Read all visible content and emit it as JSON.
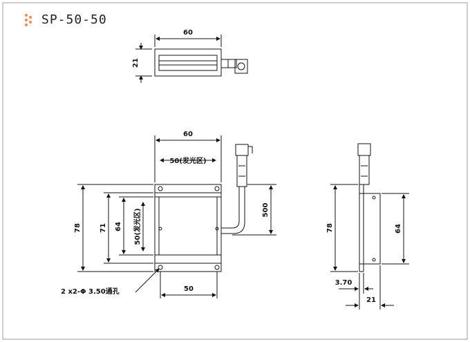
{
  "header": {
    "title": "SP-50-50",
    "logo_icon": "dot-cluster-logo",
    "logo_color": "#f28b52"
  },
  "top_view": {
    "width_label": "60",
    "height_label": "21"
  },
  "front_view": {
    "width_label": "60",
    "emitting_width_label": "50(发光区)",
    "height_78_label": "78",
    "height_71_label": "71",
    "height_64_label": "64",
    "emitting_height_label": "50(发光区)",
    "cable_length_label": "500",
    "hole_spacing_label": "50",
    "hole_note": "2 x2-Φ  3.50通孔"
  },
  "side_view": {
    "height_78_label": "78",
    "height_64_label": "64",
    "offset_label": "3.70",
    "depth_label": "21"
  }
}
